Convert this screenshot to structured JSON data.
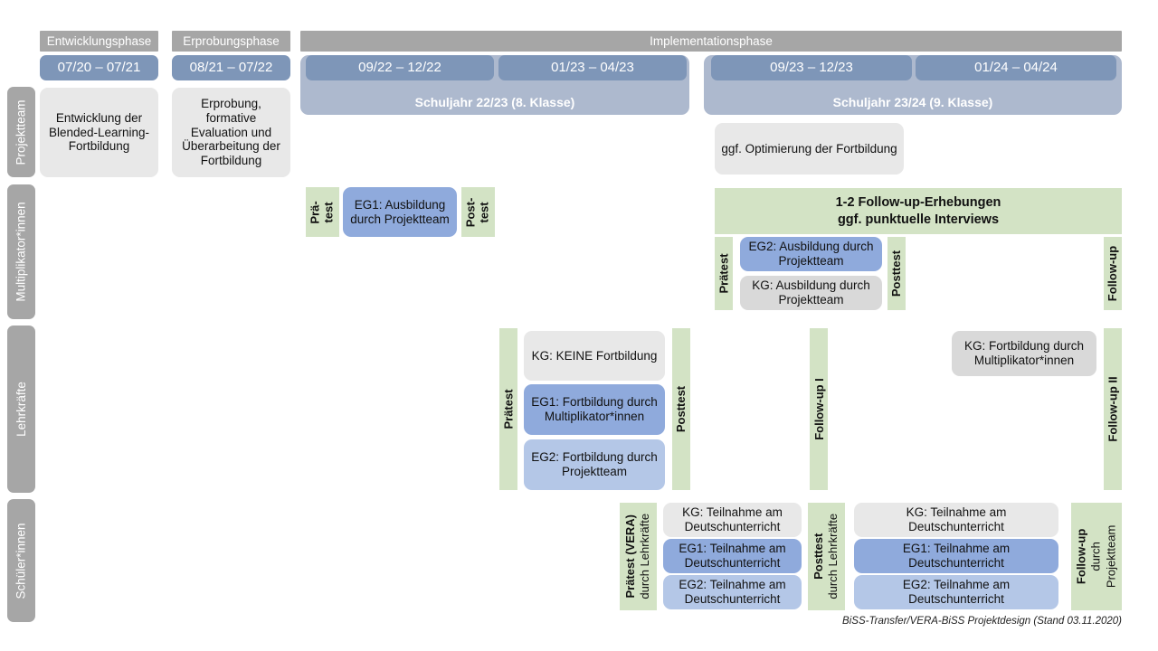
{
  "diagram": {
    "footer": "BiSS-Transfer/VERA-BiSS Projektdesign (Stand 03.11.2020)",
    "colors": {
      "phase_band": "#a6a6a6",
      "date_chip": "#7e96b8",
      "year_band": "#adb9ce",
      "role_rail": "#a6a6a6",
      "card_grey": "#e8e8e8",
      "card_grey_alt": "#d9d9d9",
      "card_blue_dark": "#8faadc",
      "card_blue_light": "#b4c7e7",
      "test_strip_green": "#d3e3c5"
    }
  },
  "phases": [
    {
      "label": "Entwicklungsphase"
    },
    {
      "label": "Erprobungsphase"
    },
    {
      "label": "Implementationsphase"
    }
  ],
  "periods": [
    {
      "label": "07/20 – 07/21"
    },
    {
      "label": "08/21 – 07/22"
    },
    {
      "label": "09/22 – 12/22"
    },
    {
      "label": "01/23 – 04/23"
    },
    {
      "label": "09/23 – 12/23"
    },
    {
      "label": "01/24 – 04/24"
    }
  ],
  "school_years": [
    {
      "label": "Schuljahr 22/23 (8. Klasse)"
    },
    {
      "label": "Schuljahr 23/24 (9. Klasse)"
    }
  ],
  "roles": [
    {
      "label": "Projektteam"
    },
    {
      "label": "Multiplikator*innen"
    },
    {
      "label": "Lehrkräfte"
    },
    {
      "label": "Schüler*innen"
    }
  ],
  "projektteam": {
    "entwicklung": "Entwicklung der Blended-Learning-Fortbildung",
    "erprobung": "Erprobung, formative Evaluation und Überarbeitung der Fortbildung",
    "optimierung": "ggf. Optimierung der Fortbildung"
  },
  "multiplikatoren": {
    "praetest_short_l1": "Prä-",
    "praetest_short_l2": "test",
    "eg1": "EG1: Ausbildung durch Projektteam",
    "posttest_short_l1": "Post-",
    "posttest_short_l2": "test",
    "followup_banner_l1": "1-2 Follow-up-Erhebungen",
    "followup_banner_l2": "ggf. punktuelle Interviews",
    "praetest": "Prätest",
    "eg2": "EG2: Ausbildung durch Projektteam",
    "kg": "KG: Ausbildung durch Projektteam",
    "posttest": "Posttest",
    "followup": "Follow-up"
  },
  "lehrkraefte": {
    "praetest": "Prätest",
    "kg": "KG:  KEINE Fortbildung",
    "eg1": "EG1: Fortbildung durch Multiplikator*innen",
    "eg2": "EG2: Fortbildung durch Projektteam",
    "posttest": "Posttest",
    "followup1": "Follow-up I",
    "kg_fortbildung": "KG: Fortbildung durch Multiplikator*innen",
    "followup2": "Follow-up II"
  },
  "schueler": {
    "praetest_main": "Prätest (VERA)",
    "praetest_sub": "durch Lehrkräfte",
    "kg_left": "KG: Teilnahme am Deutschunterricht",
    "eg1_left": "EG1: Teilnahme am Deutschunterricht",
    "eg2_left": "EG2: Teilnahme am Deutschunterricht",
    "posttest_main": "Posttest",
    "posttest_sub": "durch Lehrkräfte",
    "kg_right": "KG: Teilnahme am Deutschunterricht",
    "eg1_right": "EG1: Teilnahme am Deutschunterricht",
    "eg2_right": "EG2: Teilnahme am Deutschunterricht",
    "followup_main": "Follow-up",
    "followup_sub1": "durch",
    "followup_sub2": "Projektteam"
  }
}
